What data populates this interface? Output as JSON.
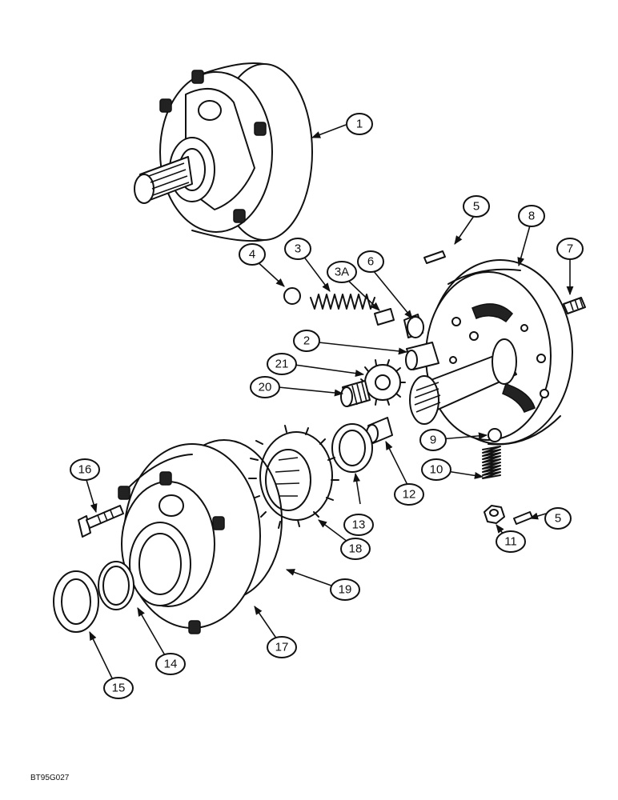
{
  "drawing_code": "BT95G027",
  "callouts": [
    "1",
    "2",
    "3",
    "3A",
    "4",
    "5",
    "5",
    "6",
    "7",
    "8",
    "9",
    "10",
    "11",
    "12",
    "13",
    "14",
    "15",
    "16",
    "17",
    "18",
    "19",
    "20",
    "21"
  ]
}
